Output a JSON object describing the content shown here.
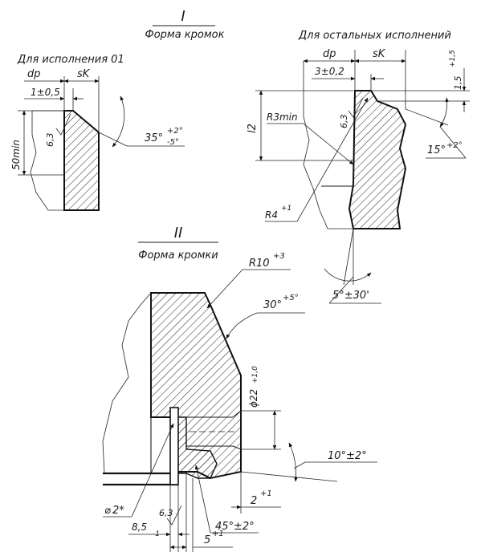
{
  "section1": {
    "number": "I",
    "title": "Форма кромок",
    "left": {
      "caption": "Для исполнения 01",
      "dp": "dp",
      "sk": "sK",
      "dim_gap": "1±0,5",
      "roughness": "6,3",
      "height": "50min",
      "angle": "35°",
      "angle_tol_upper": "+2°",
      "angle_tol_lower": "-5°"
    },
    "right": {
      "caption": "Для остальных исполнений",
      "dp": "dp",
      "sk": "sK",
      "dim_gap": "3±0,2",
      "vertical_dim": "1,5",
      "vertical_dim_tol": "+1,5",
      "radius_min": "R3min",
      "roughness": "6,3",
      "l2": "l2",
      "radius": "R4",
      "radius_tol": "+1",
      "angle_top": "15°",
      "angle_top_tol": "+2°",
      "angle_bottom": "5°±30'"
    }
  },
  "section2": {
    "number": "II",
    "title": "Форма кромки",
    "radius": "R10",
    "radius_tol": "+3",
    "angle_top": "30°",
    "angle_top_tol": "+5°",
    "diameter": "ϕ22",
    "diameter_tol": "+1,0",
    "angle_right": "10°±2°",
    "gap_right": "2",
    "gap_right_tol": "+1",
    "chamfer_angle": "45°±2°",
    "mark": "2*",
    "roughness": "6,3",
    "dim_a": "8,5",
    "dim_a_tol": "-1",
    "dim_b": "5",
    "dim_b_tol": "+1"
  }
}
